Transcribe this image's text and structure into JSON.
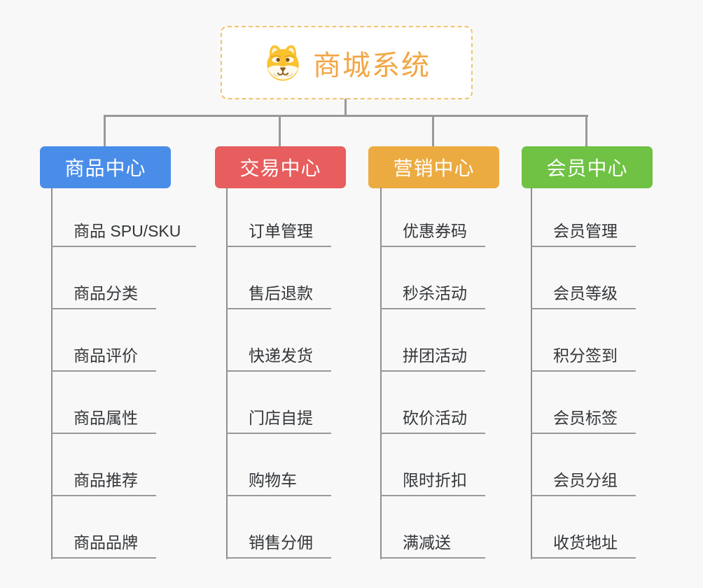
{
  "root": {
    "title": "商城系统",
    "title_color": "#f2a644",
    "icon": "shiba-dog-icon",
    "box_border_color": "#f5c26b"
  },
  "connector_color": "#999999",
  "branches": [
    {
      "label": "商品中心",
      "color": "#4a8de9",
      "items": [
        "商品 SPU/SKU",
        "商品分类",
        "商品评价",
        "商品属性",
        "商品推荐",
        "商品品牌"
      ]
    },
    {
      "label": "交易中心",
      "color": "#e85d5d",
      "items": [
        "订单管理",
        "售后退款",
        "快递发货",
        "门店自提",
        "购物车",
        "销售分佣"
      ]
    },
    {
      "label": "营销中心",
      "color": "#ecab41",
      "items": [
        "优惠券码",
        "秒杀活动",
        "拼团活动",
        "砍价活动",
        "限时折扣",
        "满减送"
      ]
    },
    {
      "label": "会员中心",
      "color": "#6fc243",
      "items": [
        "会员管理",
        "会员等级",
        "积分签到",
        "会员标签",
        "会员分组",
        "收货地址"
      ]
    }
  ]
}
